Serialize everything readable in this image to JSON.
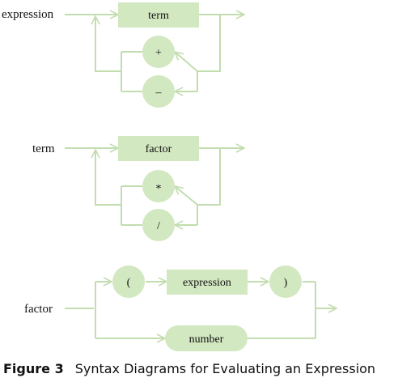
{
  "colors": {
    "line": "#c3ddb0",
    "node_fill": "#d2e8c0",
    "text": "#111111"
  },
  "diagrams": {
    "expression": {
      "label": "expression",
      "node_term": "term",
      "op_plus": "+",
      "op_minus": "–"
    },
    "term": {
      "label": "term",
      "node_factor": "factor",
      "op_times": "*",
      "op_divide": "/"
    },
    "factor": {
      "label": "factor",
      "op_lparen": "(",
      "node_expression": "expression",
      "op_rparen": ")",
      "node_number": "number"
    }
  },
  "caption": {
    "figure_number": "Figure 3",
    "title": "Syntax Diagrams for Evaluating an Expression"
  }
}
